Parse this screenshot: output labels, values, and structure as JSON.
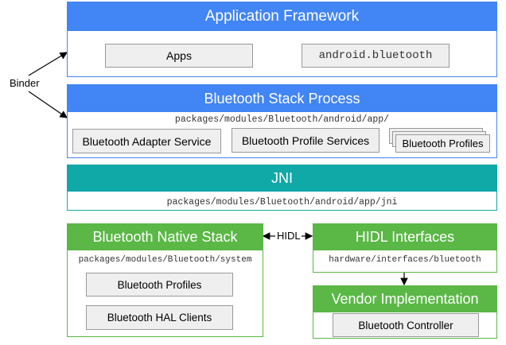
{
  "application_framework": {
    "title": "Application Framework",
    "apps": "Apps",
    "android_bluetooth": "android.bluetooth"
  },
  "binder": "Binder",
  "stack_process": {
    "title": "Bluetooth Stack Process",
    "path": "packages/modules/Bluetooth/android/app/",
    "adapter_service": "Bluetooth Adapter Service",
    "profile_services": "Bluetooth Profile Services",
    "profiles": "Bluetooth Profiles"
  },
  "jni": {
    "title": "JNI",
    "path": "packages/modules/Bluetooth/android/app/jni"
  },
  "hidl_label": "HIDL",
  "native_stack": {
    "title": "Bluetooth Native Stack",
    "path": "packages/modules/Bluetooth/system",
    "profiles": "Bluetooth Profiles",
    "hal_clients": "Bluetooth HAL Clients"
  },
  "hidl_interfaces": {
    "title": "HIDL Interfaces",
    "path": "hardware/interfaces/bluetooth"
  },
  "vendor": {
    "title": "Vendor Implementation",
    "controller": "Bluetooth Controller"
  },
  "colors": {
    "blue": "#4285f4",
    "teal": "#11a8a8",
    "green": "#5bb746"
  }
}
